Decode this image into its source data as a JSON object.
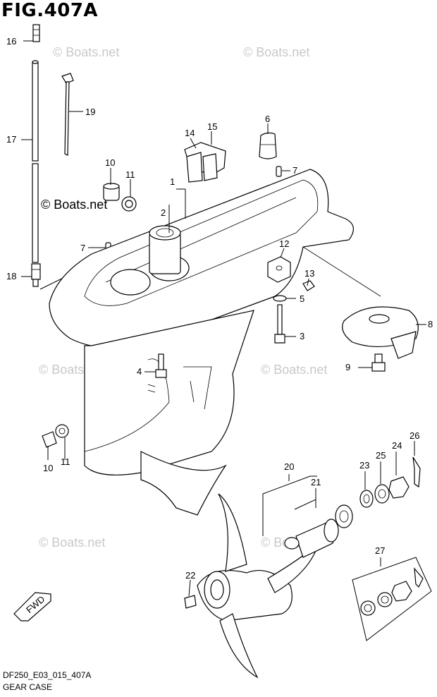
{
  "figure": {
    "title": "FIG.407A",
    "code": "DF250_E03_015_407A",
    "name": "GEAR CASE"
  },
  "watermark": {
    "text": "© Boats.net",
    "main_text": "© Boats.net"
  },
  "callouts": [
    {
      "id": "c16",
      "label": "16"
    },
    {
      "id": "c19",
      "label": "19"
    },
    {
      "id": "c17",
      "label": "17"
    },
    {
      "id": "c6",
      "label": "6"
    },
    {
      "id": "c14",
      "label": "14"
    },
    {
      "id": "c15",
      "label": "15"
    },
    {
      "id": "c10a",
      "label": "10"
    },
    {
      "id": "c11a",
      "label": "11"
    },
    {
      "id": "c1",
      "label": "1"
    },
    {
      "id": "c2",
      "label": "2"
    },
    {
      "id": "c7a",
      "label": "7"
    },
    {
      "id": "c7b",
      "label": "7"
    },
    {
      "id": "c18",
      "label": "18"
    },
    {
      "id": "c12",
      "label": "12"
    },
    {
      "id": "c13",
      "label": "13"
    },
    {
      "id": "c5",
      "label": "5"
    },
    {
      "id": "c8",
      "label": "8"
    },
    {
      "id": "c3",
      "label": "3"
    },
    {
      "id": "c4",
      "label": "4"
    },
    {
      "id": "c9",
      "label": "9"
    },
    {
      "id": "c10b",
      "label": "10"
    },
    {
      "id": "c11b",
      "label": "11"
    },
    {
      "id": "c20",
      "label": "20"
    },
    {
      "id": "c21",
      "label": "21"
    },
    {
      "id": "c23",
      "label": "23"
    },
    {
      "id": "c25",
      "label": "25"
    },
    {
      "id": "c24",
      "label": "24"
    },
    {
      "id": "c26",
      "label": "26"
    },
    {
      "id": "c27",
      "label": "27"
    },
    {
      "id": "c22",
      "label": "22"
    }
  ],
  "fwd_label": "FWD"
}
